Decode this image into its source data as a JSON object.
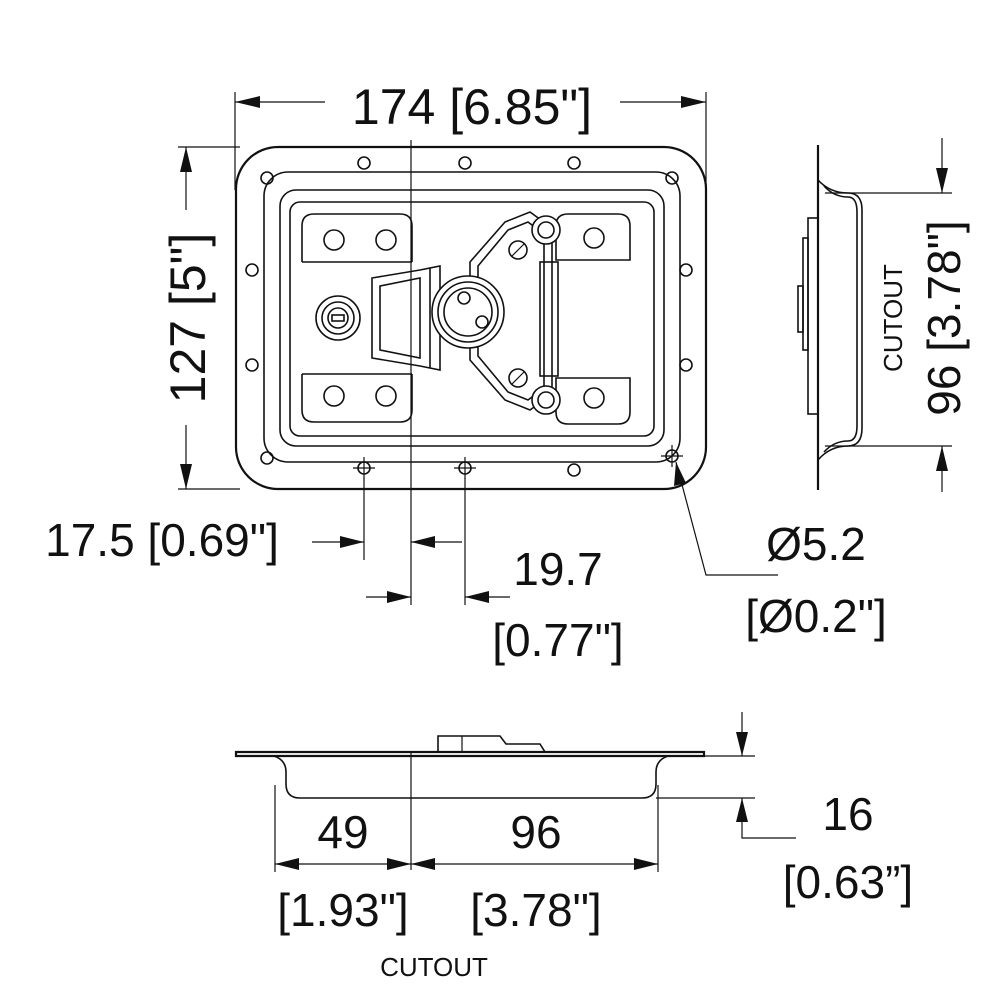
{
  "dimensions": {
    "width": "174 [6.85\"]",
    "height": "127 [5\"]",
    "cutout_height": "96 [3.78\"]",
    "cutout_label_side": "CUTOUT",
    "offset_left": "17.5 [0.69\"]",
    "offset_right_value": "19.7",
    "offset_right_inch": "[0.77\"]",
    "hole_dia_value": "Ø5.2",
    "hole_dia_inch": "[Ø0.2\"]",
    "depth_value": "16",
    "depth_inch": "[0.63”]",
    "cut_left_value": "49",
    "cut_left_inch": "[1.93\"]",
    "cut_right_value": "96",
    "cut_right_inch": "[3.78\"]",
    "cutout_label_bottom": "CUTOUT"
  },
  "colors": {
    "line": "#111111",
    "background": "#ffffff"
  }
}
